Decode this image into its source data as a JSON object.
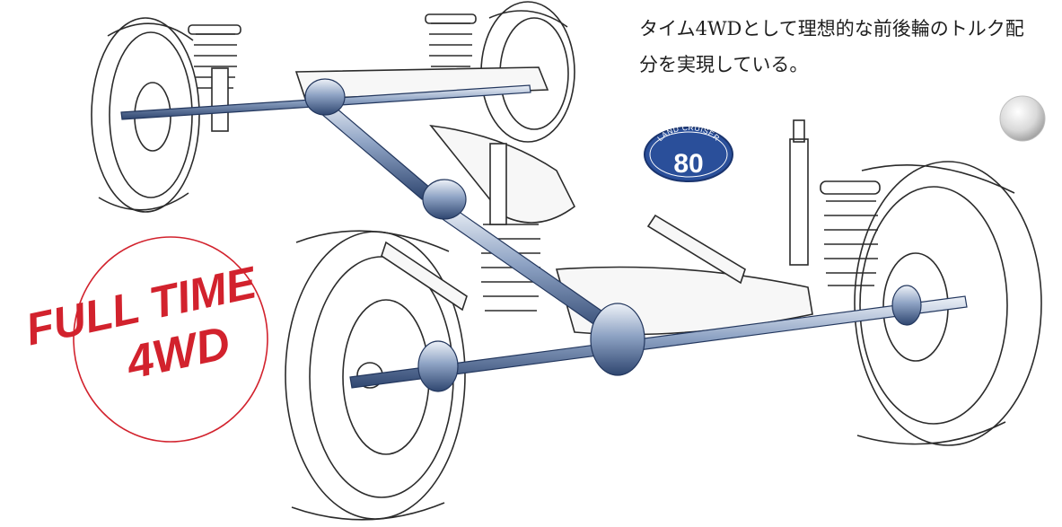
{
  "caption": {
    "line1": "タイム4WDとして理想的な前後輪のトルク配",
    "line2": "分を実現している。"
  },
  "emblem": {
    "top_text": "LAND CRUISER",
    "number": "80"
  },
  "badge": {
    "line1": "FULL TIME",
    "line2": "4WD"
  },
  "colors": {
    "accent_red": "#d2222d",
    "emblem_blue": "#2a4f9a",
    "metal_blue": "#3c5a8c",
    "line": "#2b2b2b"
  }
}
